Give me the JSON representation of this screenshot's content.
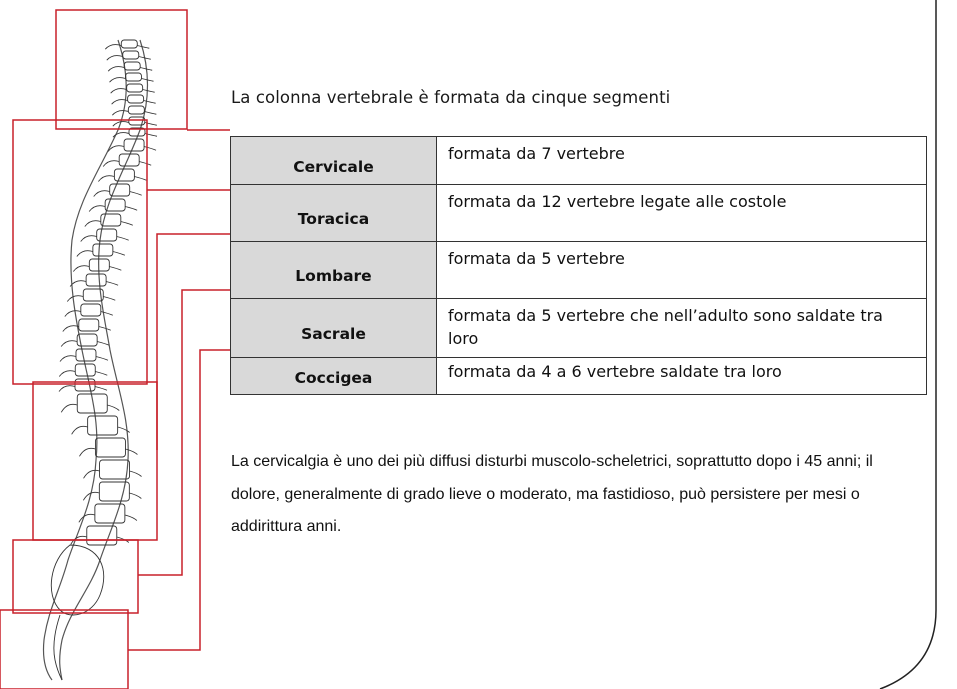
{
  "intro": "La colonna vertebrale è formata da cinque segmenti",
  "segments": [
    {
      "name": "Cervicale",
      "description": "formata da 7 vertebre"
    },
    {
      "name": "Toracica",
      "description": "formata da 12 vertebre legate alle costole"
    },
    {
      "name": "Lombare",
      "description": "formata da 5 vertebre"
    },
    {
      "name": "Sacrale",
      "description": "formata da 5 vertebre che nell’adulto sono saldate tra loro"
    },
    {
      "name": "Coccigea",
      "description": "formata da 4 a 6 vertebre saldate tra loro"
    }
  ],
  "paragraph": "La cervicalgia è uno dei più diffusi disturbi muscolo-scheletrici, soprattutto dopo i 45 anni; il dolore, generalmente di grado lieve o moderato, ma fastidioso, può persistere per mesi o addirittura anni.",
  "colors": {
    "highlight": "#c8202a",
    "table_header_bg": "#d9d9d9",
    "frame": "#222222"
  },
  "illustration": "spine-illustration"
}
